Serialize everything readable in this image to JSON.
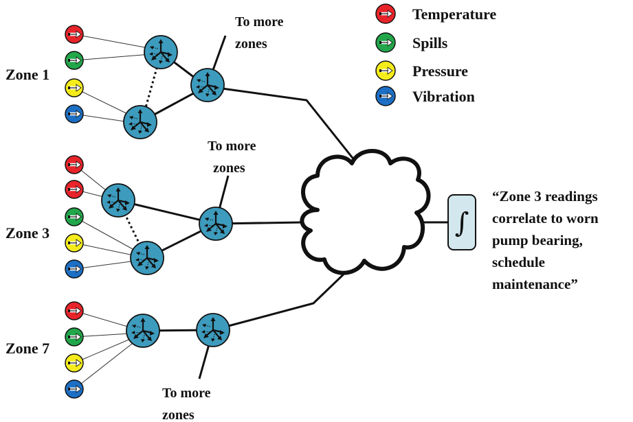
{
  "legend": [
    {
      "label": "Temperature",
      "color": "#e8242a",
      "icon": "temperature-sensor-icon"
    },
    {
      "label": "Spills",
      "color": "#22a64a",
      "icon": "spill-sensor-icon"
    },
    {
      "label": "Pressure",
      "color": "#f5ec1c",
      "icon": "pressure-sensor-icon"
    },
    {
      "label": "Vibration",
      "color": "#1c6fc4",
      "icon": "vibration-sensor-icon"
    }
  ],
  "zones": [
    {
      "label": "Zone 1",
      "sensors": [
        "Temperature",
        "Spills",
        "Pressure",
        "Vibration"
      ]
    },
    {
      "label": "Zone 3",
      "sensors": [
        "Temperature",
        "Temperature",
        "Spills",
        "Pressure",
        "Vibration"
      ]
    },
    {
      "label": "Zone 7",
      "sensors": [
        "Temperature",
        "Spills",
        "Pressure",
        "Vibration"
      ]
    }
  ],
  "more_zones": [
    "To more",
    "zones"
  ],
  "analytics_symbol": "∫",
  "quote_lines": [
    "“Zone 3 readings",
    "correlate to worn",
    "pump bearing,",
    "schedule",
    "maintenance”"
  ],
  "colors": {
    "router": "#3d9bbd",
    "analytics_box": "#d3e8ee",
    "line": "#111111"
  }
}
